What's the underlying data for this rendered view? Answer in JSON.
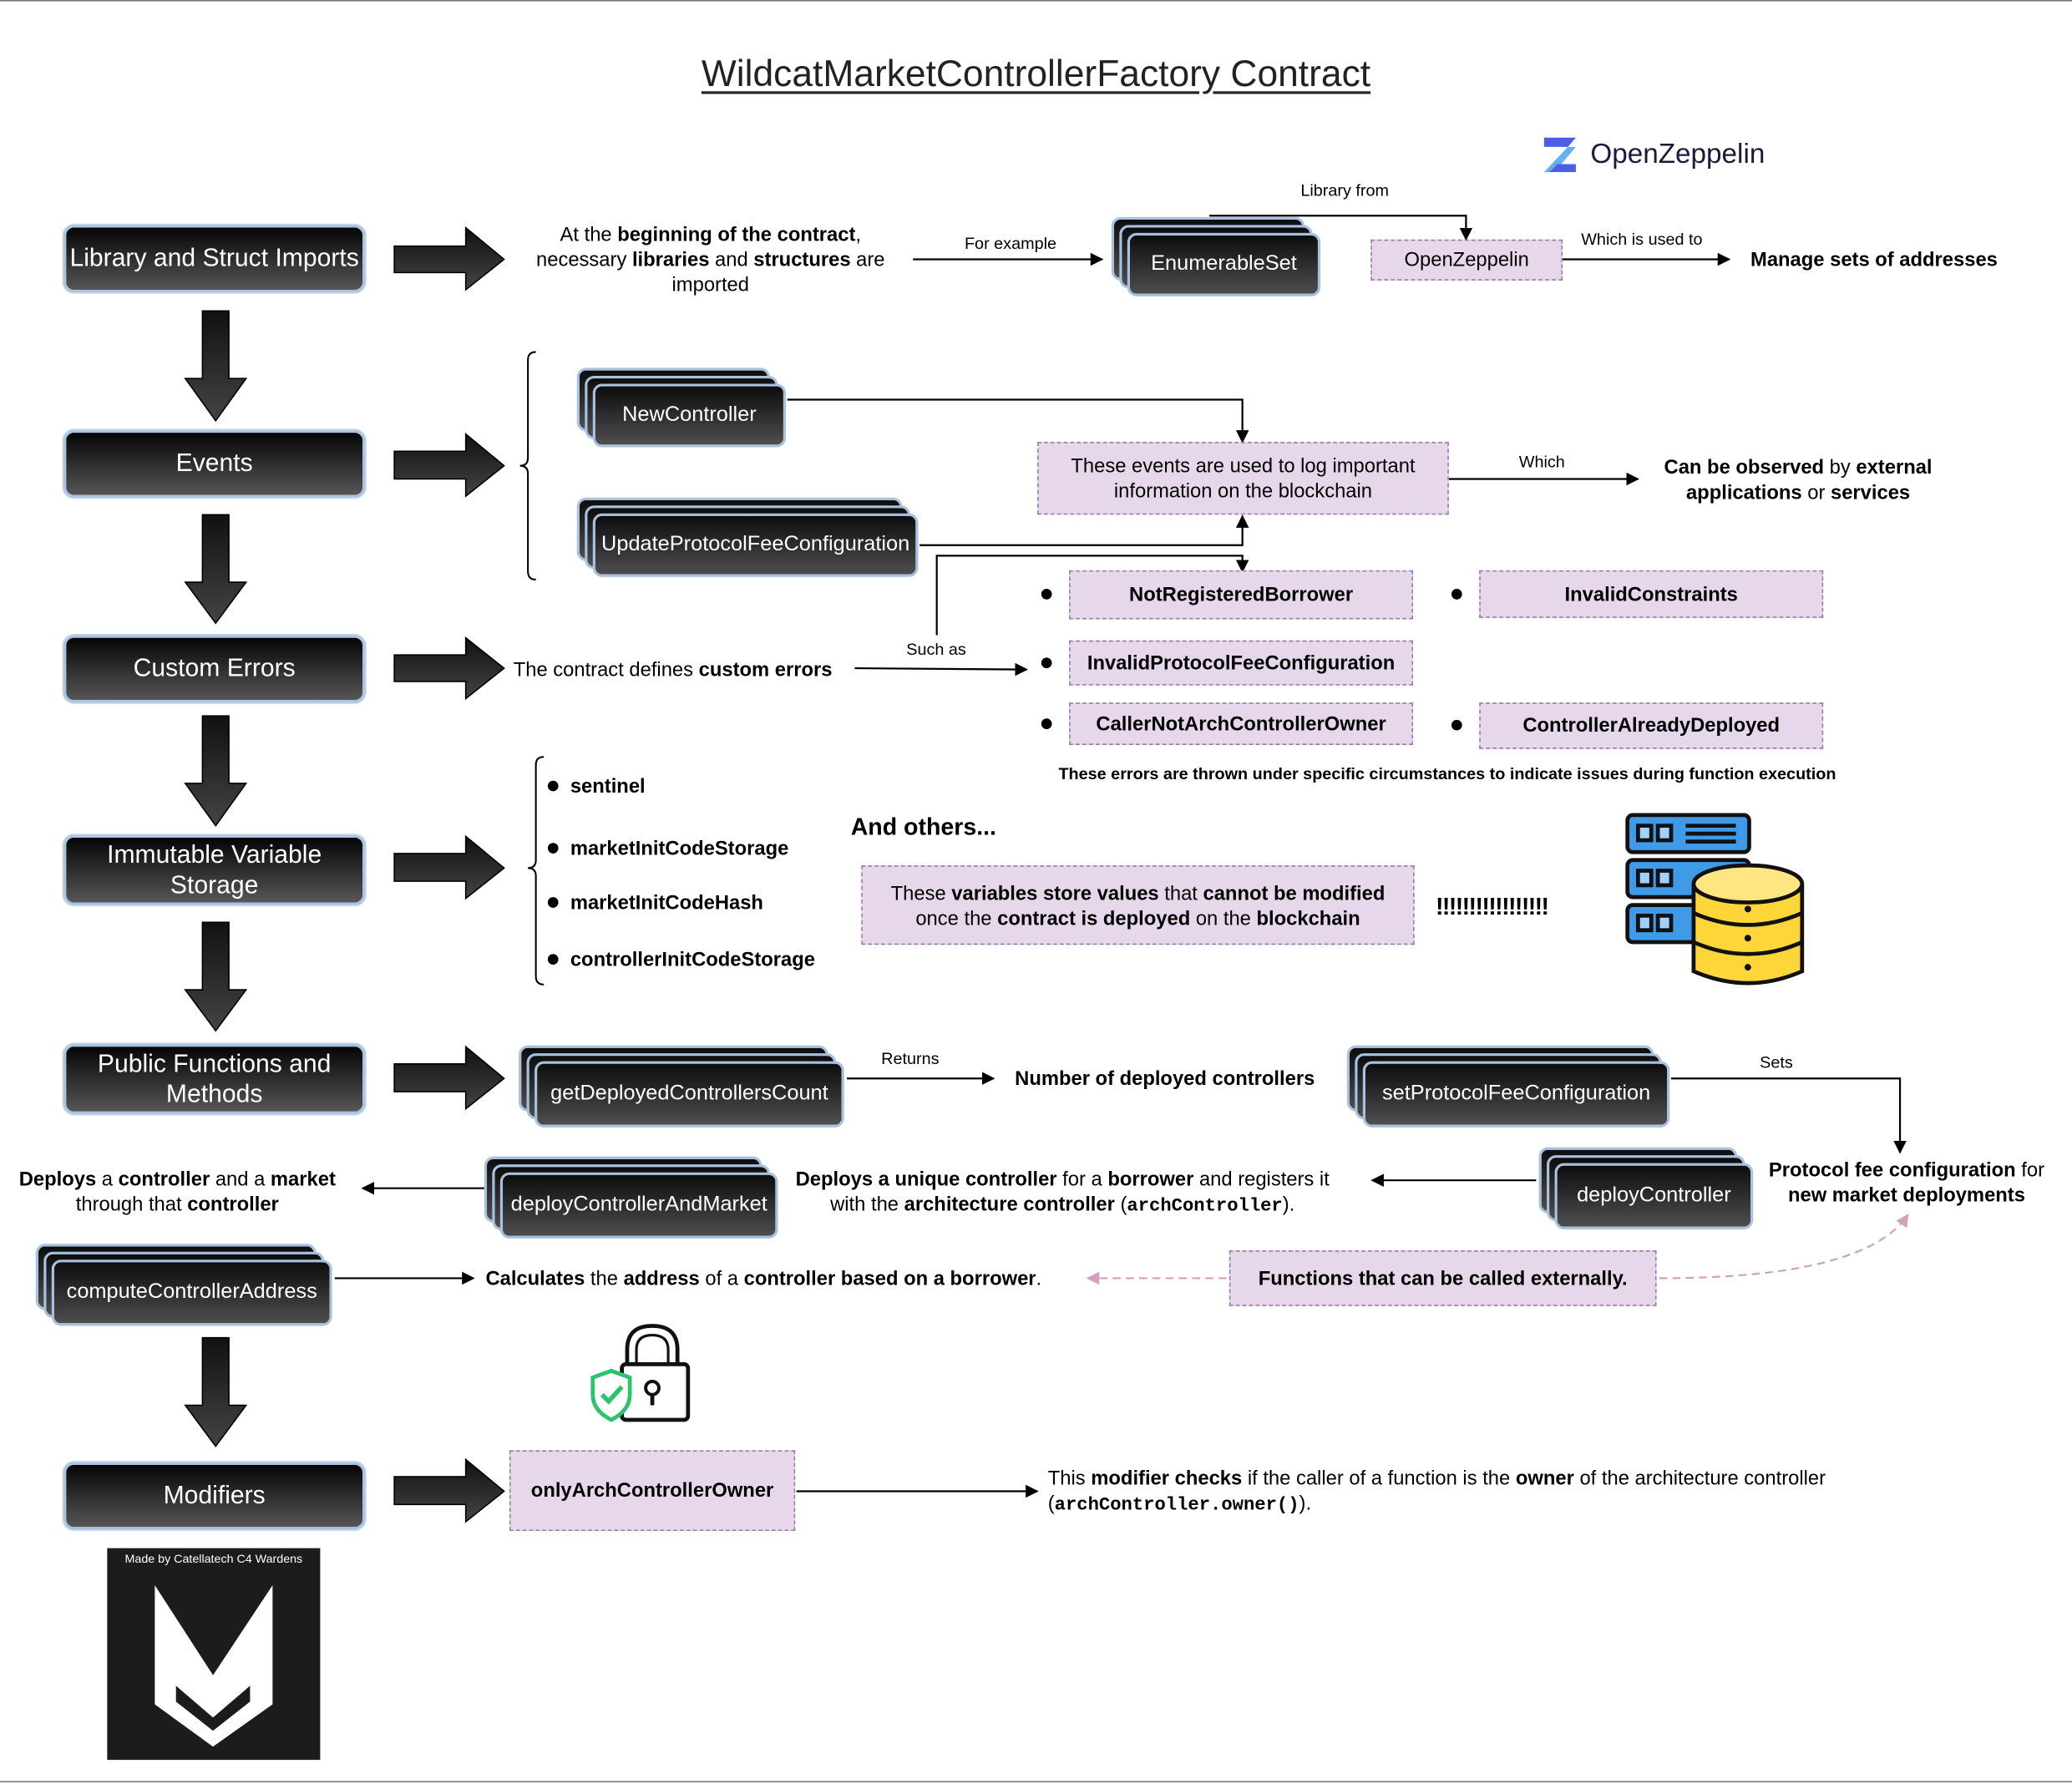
{
  "title": "WildcatMarketControllerFactory Contract",
  "openzeppelin_logo_text": "OpenZeppelin",
  "sections": {
    "imports": "Library and Struct Imports",
    "events": "Events",
    "errors": "Custom Errors",
    "immutable": "Immutable Variable Storage",
    "public": "Public Functions and Methods",
    "modifiers": "Modifiers"
  },
  "imports": {
    "desc_pre": "At the ",
    "desc_b1": "beginning of the contract",
    "desc_mid1": ", necessary ",
    "desc_b2": "libraries",
    "desc_mid2": " and ",
    "desc_b3": "structures",
    "desc_post": " are imported",
    "for_example": "For example",
    "library_from": "Library from",
    "enumerable_set": "EnumerableSet",
    "openzeppelin": "OpenZeppelin",
    "which_used": "Which is used to",
    "manage_sets": "Manage sets of addresses"
  },
  "events": {
    "new_controller": "NewController",
    "update_fee": "UpdateProtocolFeeConfiguration",
    "purpose": "These events are used to log important information on the blockchain",
    "which": "Which",
    "observed_b1": "Can be observed",
    "observed_mid1": " by ",
    "observed_b2": "external applications",
    "observed_mid2": " or ",
    "observed_b3": "services"
  },
  "errors": {
    "desc_pre": "The contract defines ",
    "desc_b": "custom errors",
    "such_as": "Such as",
    "items": [
      "NotRegisteredBorrower",
      "InvalidConstraints",
      "InvalidProtocolFeeConfiguration",
      "CallerNotArchControllerOwner",
      "ControllerAlreadyDeployed"
    ],
    "note": "These errors are thrown under specific circumstances to indicate issues during function execution"
  },
  "immutable": {
    "vars": [
      "sentinel",
      "marketInitCodeStorage",
      "marketInitCodeHash",
      "controllerInitCodeStorage"
    ],
    "and_others": "And others...",
    "note_pre": "These ",
    "note_b1": "variables store values",
    "note_mid1": " that ",
    "note_b2": "cannot be modified",
    "note_mid2": " once the ",
    "note_b3": "contract is deployed",
    "note_mid3": " on the ",
    "note_b4": "blockchain",
    "exclaim": "!!!!!!!!!!!!!!!!!"
  },
  "public": {
    "get_count": "getDeployedControllersCount",
    "returns": "Returns",
    "num_deployed": "Number of deployed controllers",
    "set_fee": "setProtocolFeeConfiguration",
    "sets": "Sets",
    "fee_b": "Protocol fee configuration",
    "fee_mid": " for ",
    "fee_b2": "new market deployments",
    "deploy_controller": "deployController",
    "dc_b1": "Deploys a unique controller",
    "dc_mid1": " for a ",
    "dc_b2": "borrower",
    "dc_mid2": " and registers it with the ",
    "dc_b3": "architecture controller",
    "dc_mid3": " (",
    "dc_code": "archController",
    "dc_post": ").",
    "deploy_cm": "deployControllerAndMarket",
    "dcm_b1": "Deploys",
    "dcm_mid1": " a ",
    "dcm_b2": "controller",
    "dcm_mid2": " and a ",
    "dcm_b3": "market",
    "dcm_mid3": " through that ",
    "dcm_b4": "controller",
    "compute": "computeControllerAddress",
    "cc_b1": "Calculates",
    "cc_mid1": " the ",
    "cc_b2": "address",
    "cc_mid2": " of a ",
    "cc_b3": "controller based on a borrower",
    "cc_post": ".",
    "external": "Functions that can be called externally."
  },
  "modifiers": {
    "name": "onlyArchControllerOwner",
    "desc_pre": "This ",
    "desc_b1": "modifier checks",
    "desc_mid1": " if the caller of a function is the ",
    "desc_b2": "owner",
    "desc_mid2": " of the architecture controller",
    "desc_code_open": "(",
    "desc_code": "archController.owner()",
    "desc_code_close": ")."
  },
  "credit": "Made by Catellatech C4 Wardens",
  "colors": {
    "purple_fill": "#e6d8ea",
    "purple_border": "#9a7aa8",
    "section_border": "#aac4e0",
    "openzeppelin_blue": "#4e5ee4",
    "shield_green": "#2bc36b",
    "server_blue": "#3f9ae8",
    "db_yellow": "#ffd63a"
  }
}
